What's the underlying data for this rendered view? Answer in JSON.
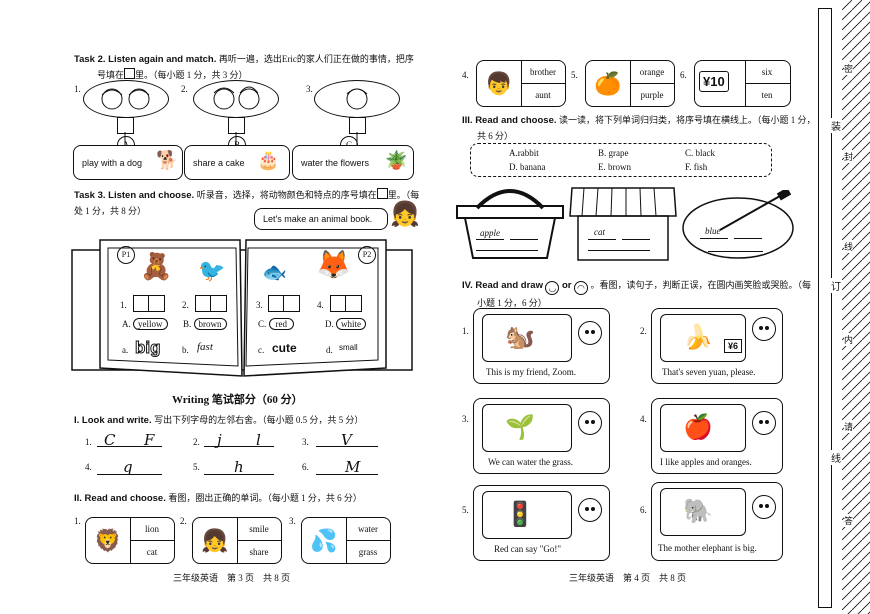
{
  "left": {
    "task2": {
      "title": "Task 2. Listen again and match.",
      "instruction": "再听一遍，选出Eric的家人们正在做的事情，把序",
      "instruction2": "号填在",
      "instruction3": "里。（每小题 1 分，共 3 分）",
      "nums": [
        "1.",
        "2.",
        "3."
      ],
      "options": [
        {
          "letter": "A",
          "text": "play with a dog"
        },
        {
          "letter": "B",
          "text": "share a cake"
        },
        {
          "letter": "C",
          "text": "water the flowers"
        }
      ]
    },
    "task3": {
      "title": "Task 3. Listen and choose.",
      "instruction": "听录音，选择，将动物颜色和特点的序号填在",
      "instruction2": "里。（每",
      "instruction3": "处 1 分，共 8 分）",
      "speech": "Let's make an animal book.",
      "page_labels": [
        "P1",
        "P2"
      ],
      "nums": [
        "1.",
        "2.",
        "3.",
        "4."
      ],
      "colors": [
        {
          "letter": "A.",
          "word": "yellow"
        },
        {
          "letter": "B.",
          "word": "brown"
        },
        {
          "letter": "C.",
          "word": "red"
        },
        {
          "letter": "D.",
          "word": "white"
        }
      ],
      "traits": [
        {
          "letter": "a.",
          "word": "big"
        },
        {
          "letter": "b.",
          "word": "fast"
        },
        {
          "letter": "c.",
          "word": "cute"
        },
        {
          "letter": "d.",
          "word": "small"
        }
      ]
    },
    "writing": {
      "title": "Writing  笔试部分（60 分）",
      "s1_title": "I. Look and write.",
      "s1_instr": "写出下列字母的左邻右舍。（每小题 0.5 分，共 5 分）",
      "nums": [
        "1.",
        "2.",
        "3.",
        "4.",
        "5.",
        "6."
      ],
      "letters": [
        "C",
        "F",
        "j",
        "l",
        "V",
        "q",
        "h",
        "M"
      ],
      "s2_title": "II. Read and choose.",
      "s2_instr": "看图，圈出正确的单词。（每小题 1 分，共 6 分）",
      "s2_nums": [
        "1.",
        "2.",
        "3."
      ],
      "s2_items": [
        {
          "w1": "lion",
          "w2": "cat"
        },
        {
          "w1": "smile",
          "w2": "share"
        },
        {
          "w1": "water",
          "w2": "grass"
        }
      ]
    },
    "footer": "三年级英语　第 3 页　共 8 页"
  },
  "right": {
    "s2_nums": [
      "4.",
      "5.",
      "6."
    ],
    "s2_items": [
      {
        "w1": "brother",
        "w2": "aunt"
      },
      {
        "w1": "orange",
        "w2": "purple"
      },
      {
        "w1": "six",
        "w2": "ten"
      }
    ],
    "price": "¥10",
    "s3_title": "III. Read and choose.",
    "s3_instr": "读一读，将下列单词归归类，将序号填在横线上。（每小题 1 分，",
    "s3_instr2": "共 6 分）",
    "s3_options": [
      "A.rabbit",
      "B. grape",
      "C. black",
      "D. banana",
      "E. brown",
      "F. fish"
    ],
    "s3_examples": [
      "apple",
      "cat",
      "blue"
    ],
    "s4_title": "IV. Read and draw",
    "s4_or": "or",
    "s4_instr": "。看图，读句子，判断正误，在圆内画笑脸或哭脸。（每",
    "s4_instr2": "小题 1 分，6 分）",
    "s4_nums": [
      "1.",
      "2.",
      "3.",
      "4.",
      "5.",
      "6."
    ],
    "s4_sentences": [
      "This is my friend, Zoom.",
      "That's seven yuan, please.",
      "We can water the grass.",
      "I like apples and oranges.",
      "Red can say \"Go!\"",
      "The mother elephant is big."
    ],
    "price6": "¥6",
    "footer": "三年级英语　第 4 页　共 8 页"
  },
  "margin": {
    "chars": [
      "密",
      "装",
      "封",
      "订",
      "线",
      "内",
      "线",
      "请",
      "答"
    ]
  }
}
